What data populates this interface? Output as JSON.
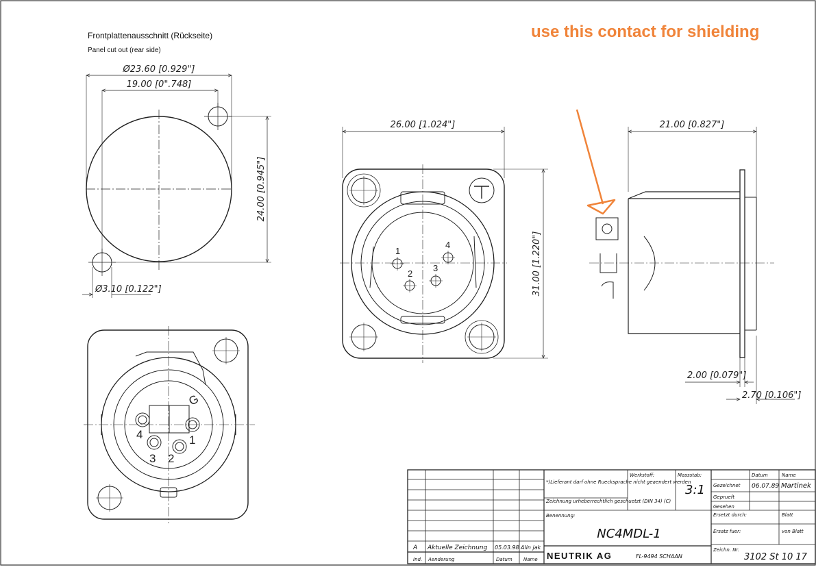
{
  "header": {
    "title_de": "Frontplattenausschnitt (Rückseite)",
    "title_en": "Panel cut out (rear side)"
  },
  "annotation": {
    "text": "use this contact for shielding",
    "color": "#f0843a"
  },
  "dimensions": {
    "cutout_diameter": "Ø23.60 [0.929\"]",
    "cutout_hole_spacing": "19.00 [0\".748]",
    "cutout_height": "24.00 [0.945\"]",
    "cutout_hole_diameter": "Ø3.10 [0.122\"]",
    "front_width": "26.00 [1.024\"]",
    "front_height": "31.00 [1.220\"]",
    "side_depth": "21.00 [0.827\"]",
    "flange_thickness": "2.00 [0.079\"]",
    "rear_offset": "2.70 [0.106\"]"
  },
  "pin_labels": {
    "front": [
      "1",
      "2",
      "3",
      "4"
    ],
    "rear": [
      "4",
      "3",
      "2",
      "1",
      "G"
    ]
  },
  "title_block": {
    "notice_1": "*)Lieferant darf ohne Ruecksprache nicht geaendert werden",
    "notice_2": "Zeichnung urheberrechtlich geschuetzt (DIN 34) (C)",
    "werkstoff": "Werkstoff:",
    "massstab_label": "Massstab:",
    "massstab_value": "3:1",
    "datum_label": "Datum",
    "name_label": "Name",
    "gezeichnet": "Gezeichnet",
    "gezeichnet_date": "06.07.89",
    "gezeichnet_name": "Martinek",
    "geprueft": "Geprueft",
    "gesehen": "Gesehen",
    "ersetzt_durch": "Ersetzt durch:",
    "blatt": "Blatt",
    "ersatz_fuer": "Ersatz fuer:",
    "von_blatt": "von Blatt",
    "benennung": "Benennung:",
    "part_name": "NC4MDL-1",
    "company": "NEUTRIK AG",
    "location": "FL-9494 SCHAAN",
    "zeichn_nr": "Zeichn. Nr.",
    "drawing_number": "3102 St 10 17",
    "rev_index": "A",
    "rev_text": "Aktuelle Zeichnung",
    "rev_date": "05.03.98",
    "rev_name": "Alin jak",
    "col_ind": "Ind.",
    "col_aenderung": "Aenderung",
    "col_datum": "Datum",
    "col_name": "Name"
  }
}
